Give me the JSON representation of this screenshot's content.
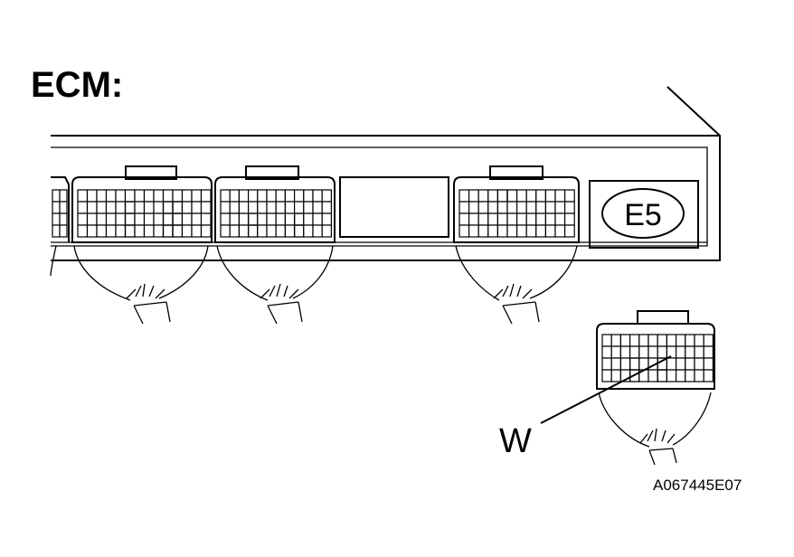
{
  "figure": {
    "title": "ECM:",
    "connector_label": "E5",
    "wire_label": "W",
    "image_id": "A067445E07"
  }
}
